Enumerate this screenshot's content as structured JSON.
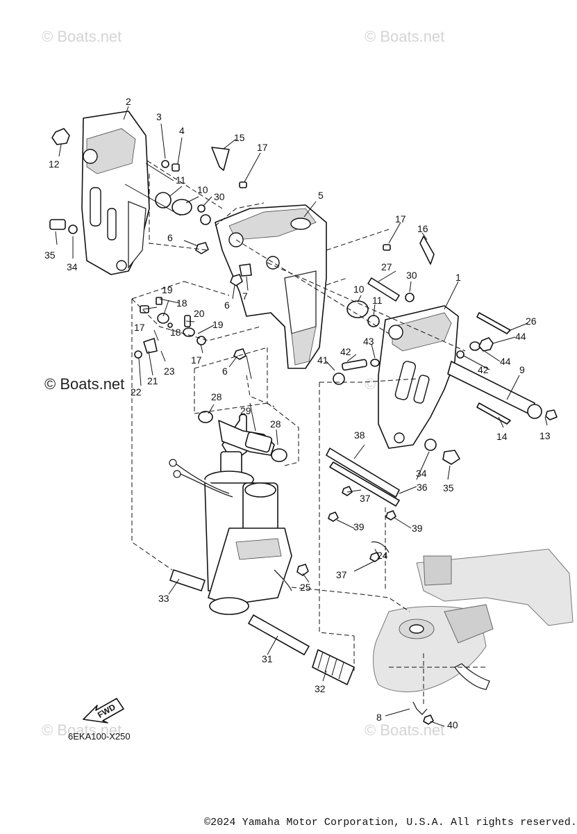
{
  "watermarks": [
    "© Boats.net",
    "© Boats.net",
    "© Boats.net",
    "© Boats.net",
    "© Boats.net",
    "© Boats.net"
  ],
  "diagram_code": "6EKA100-X250",
  "fwd_label": "FWD",
  "copyright": "©2024 Yamaha Motor Corporation, U.S.A. All rights reserved.",
  "callouts": [
    "1",
    "2",
    "3",
    "4",
    "5",
    "6",
    "6",
    "6",
    "7",
    "8",
    "9",
    "10",
    "10",
    "11",
    "11",
    "12",
    "13",
    "14",
    "15",
    "16",
    "17",
    "17",
    "17",
    "17",
    "18",
    "18",
    "19",
    "19",
    "20",
    "21",
    "22",
    "23",
    "24",
    "25",
    "26",
    "27",
    "28",
    "28",
    "29",
    "30",
    "30",
    "31",
    "32",
    "33",
    "34",
    "34",
    "35",
    "35",
    "36",
    "37",
    "37",
    "38",
    "39",
    "39",
    "40",
    "41",
    "42",
    "42",
    "43",
    "44",
    "44"
  ]
}
